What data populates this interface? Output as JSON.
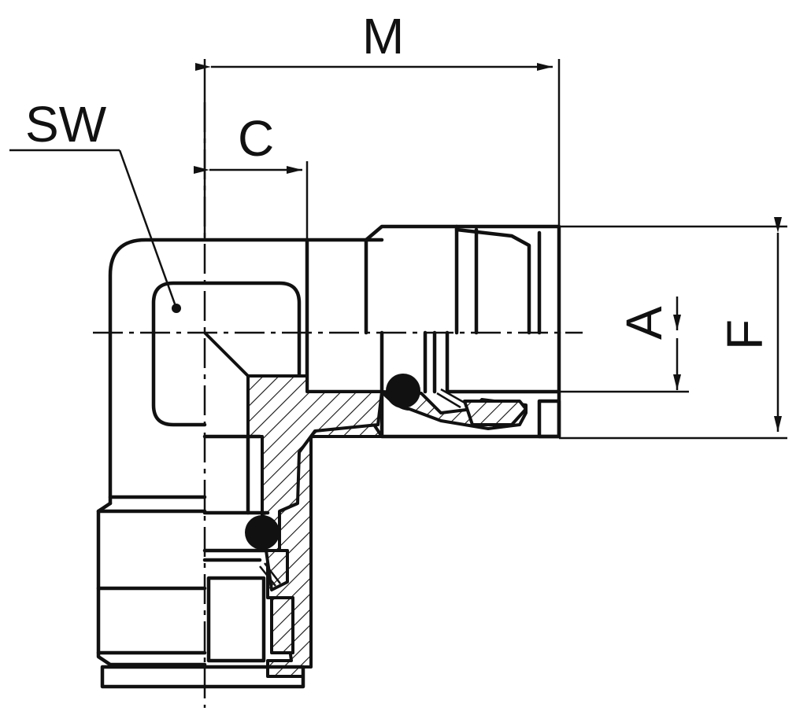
{
  "labels": {
    "sw": "SW",
    "c": "C",
    "m": "M",
    "a": "A",
    "f": "F"
  },
  "colors": {
    "line": "#111111",
    "background": "#ffffff"
  }
}
